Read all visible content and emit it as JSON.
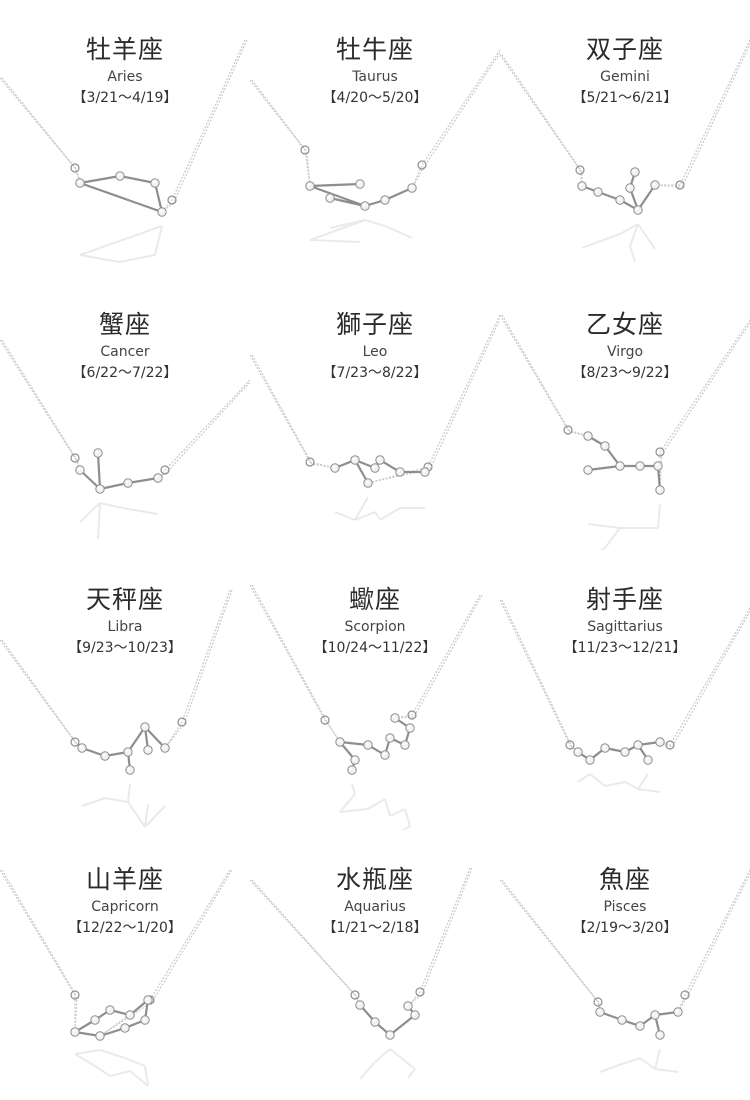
{
  "signs": [
    {
      "jp": "牡羊座",
      "en": "Aries",
      "date": "【3/21～4/19】",
      "icon": "aries-constellation-icon"
    },
    {
      "jp": "牡牛座",
      "en": "Taurus",
      "date": "【4/20～5/20】",
      "icon": "taurus-constellation-icon"
    },
    {
      "jp": "双子座",
      "en": "Gemini",
      "date": "【5/21～6/21】",
      "icon": "gemini-constellation-icon"
    },
    {
      "jp": "蟹座",
      "en": "Cancer",
      "date": "【6/22～7/22】",
      "icon": "cancer-constellation-icon"
    },
    {
      "jp": "獅子座",
      "en": "Leo",
      "date": "【7/23～8/22】",
      "icon": "leo-constellation-icon"
    },
    {
      "jp": "乙女座",
      "en": "Virgo",
      "date": "【8/23～9/22】",
      "icon": "virgo-constellation-icon"
    },
    {
      "jp": "天秤座",
      "en": "Libra",
      "date": "【9/23～10/23】",
      "icon": "libra-constellation-icon"
    },
    {
      "jp": "蠍座",
      "en": "Scorpion",
      "date": "【10/24～11/22】",
      "icon": "scorpion-constellation-icon"
    },
    {
      "jp": "射手座",
      "en": "Sagittarius",
      "date": "【11/23～12/21】",
      "icon": "sagittarius-constellation-icon"
    },
    {
      "jp": "山羊座",
      "en": "Capricorn",
      "date": "【12/22～1/20】",
      "icon": "capricorn-constellation-icon"
    },
    {
      "jp": "水瓶座",
      "en": "Aquarius",
      "date": "【1/21～2/18】",
      "icon": "aquarius-constellation-icon"
    },
    {
      "jp": "魚座",
      "en": "Pisces",
      "date": "【2/19～3/20】",
      "icon": "pisces-constellation-icon"
    }
  ],
  "colors": {
    "chain": "#c9c9c9",
    "metal": "#8e8e8e",
    "gem": "#f2f2f2",
    "text": "#333333"
  }
}
